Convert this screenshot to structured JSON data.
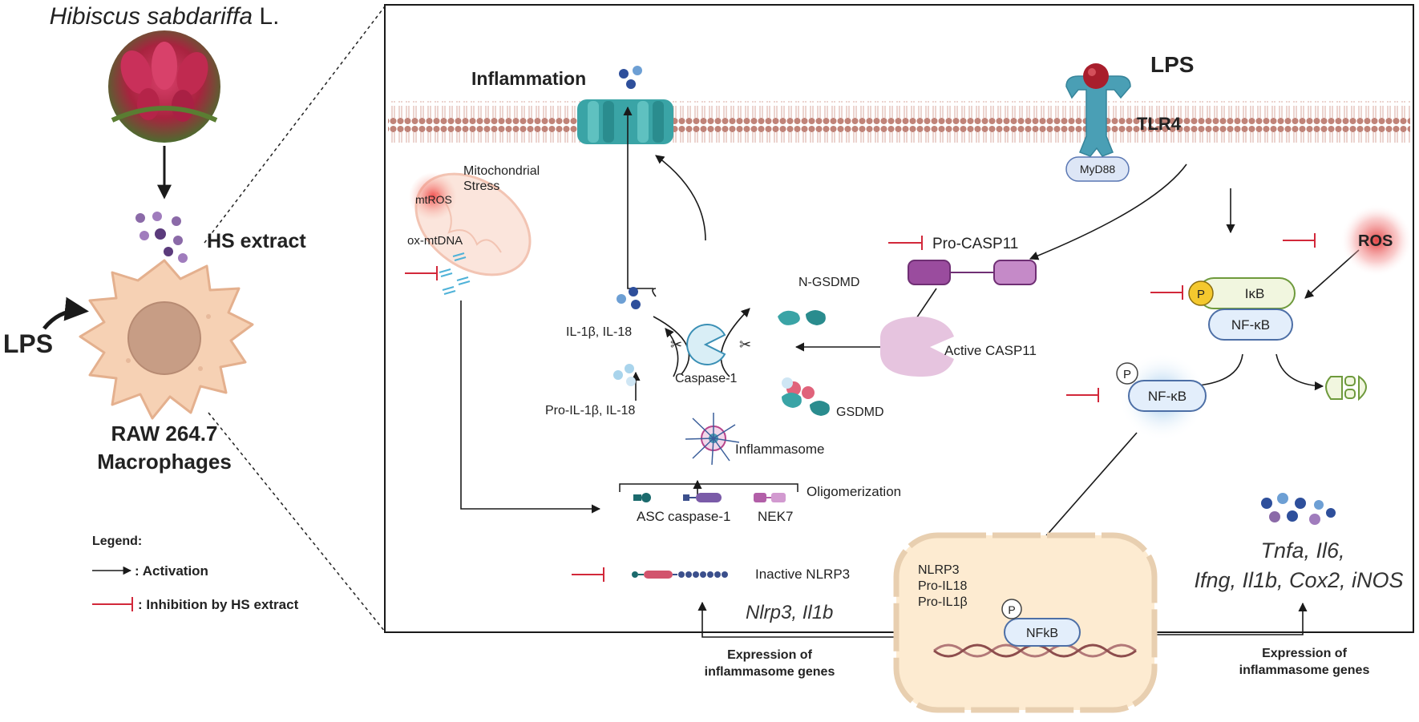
{
  "left_panel": {
    "species_italic": "Hibiscus sabdariffa",
    "species_suffix": " L.",
    "hs_extract": "HS extract",
    "lps": "LPS",
    "cell_line": "RAW 264.7",
    "cell_type": "Macrophages"
  },
  "legend": {
    "title": "Legend:",
    "activation": ": Activation",
    "inhibition": ": Inhibition by HS extract"
  },
  "membrane": {
    "inflammation": "Inflammation",
    "lps": "LPS",
    "tlr4": "TLR4",
    "myd88": "MyD88"
  },
  "mito": {
    "stress_line1": "Mitochondrial",
    "stress_line2": "Stress",
    "mtros": "mtROS",
    "ox_mtdna": "ox-mtDNA"
  },
  "pyroptosis": {
    "il_mature": "IL-1β, IL-18",
    "il_pro": "Pro-IL-1β, IL-18",
    "caspase1": "Caspase-1",
    "n_gsdmd": "N-GSDMD",
    "gsdmd": "GSDMD",
    "pro_casp11": "Pro-CASP11",
    "active_casp11": "Active CASP11"
  },
  "inflammasome": {
    "label": "Inflammasome",
    "oligomerization": "Oligomerization",
    "asc": "ASC",
    "caspase1": "caspase-1",
    "nek7": "NEK7",
    "inactive_nlrp3": "Inactive NLRP3"
  },
  "nfkb": {
    "ros": "ROS",
    "p": "P",
    "ikb": "IκB",
    "nfkb": "NF-κB"
  },
  "nucleus": {
    "genes_line1": "NLRP3",
    "genes_line2": "Pro-IL18",
    "genes_line3": "Pro-IL1β",
    "p": "P",
    "nfkb": "NFkB"
  },
  "expression": {
    "left_genes": "Nlrp3, Il1b",
    "left_label_line1": "Expression of",
    "left_label_line2": "inflammasome genes",
    "right_genes_line1": "Tnfa, Il6,",
    "right_genes_line2": "Ifng, Il1b, Cox2, iNOS",
    "right_label_line1": "Expression of",
    "right_label_line2": "inflammasome genes"
  },
  "colors": {
    "inhibit": "#d2283a",
    "membrane": "#c08378",
    "pore": "#3aa4a6",
    "tlr4": "#4a9fb5",
    "casp11": "#9a4c9e",
    "nucleus": "#fdebd1"
  }
}
